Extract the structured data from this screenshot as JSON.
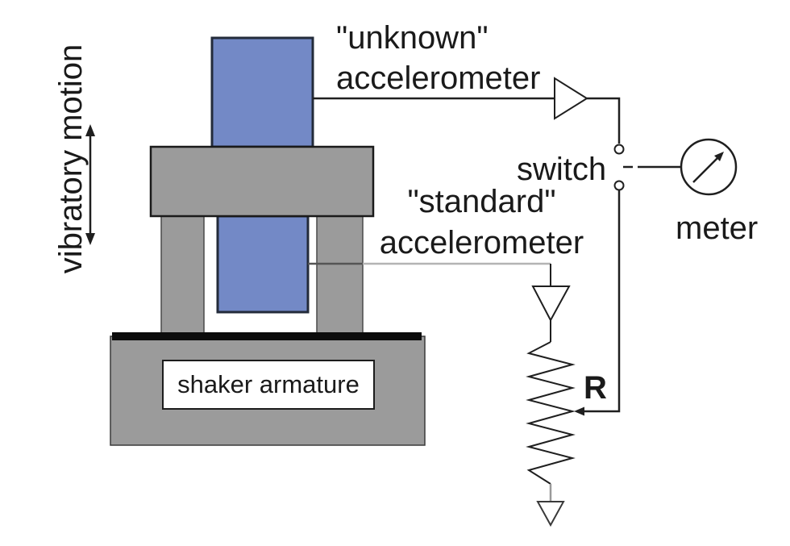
{
  "diagram": {
    "vibratory_motion_label": "vibratory motion",
    "unknown_accelerometer": {
      "line1": "\"unknown\"",
      "line2": "accelerometer"
    },
    "standard_accelerometer": {
      "line1": "\"standard\"",
      "line2": "accelerometer"
    },
    "switch_label": "switch",
    "meter_label": "meter",
    "resistor_label": "R",
    "shaker_armature_label": "shaker armature",
    "colors": {
      "accelerometer_fill": "#7389c6",
      "accelerometer_stroke": "#232b3a",
      "shaker_fill": "#9b9b9b",
      "shaker_stroke": "#1c1c1c",
      "base_plate": "#0c0c0c",
      "wire": "#1f1f1f",
      "wire_light": "#b4b4b4",
      "text": "#1a1a1a",
      "background": "#ffffff"
    },
    "icons": {
      "vibration-arrow-icon": "double-headed vertical arrow",
      "amplifier-icon": "triangle amplifier symbol",
      "switch-contacts-icon": "two open circle contacts",
      "meter-dial-icon": "circle dial with diagonal needle arrow",
      "resistor-icon": "vertical zigzag resistor",
      "wiper-arrow-icon": "potentiometer wiper arrow",
      "ground-arrow-icon": "open downward triangle terminal"
    }
  }
}
